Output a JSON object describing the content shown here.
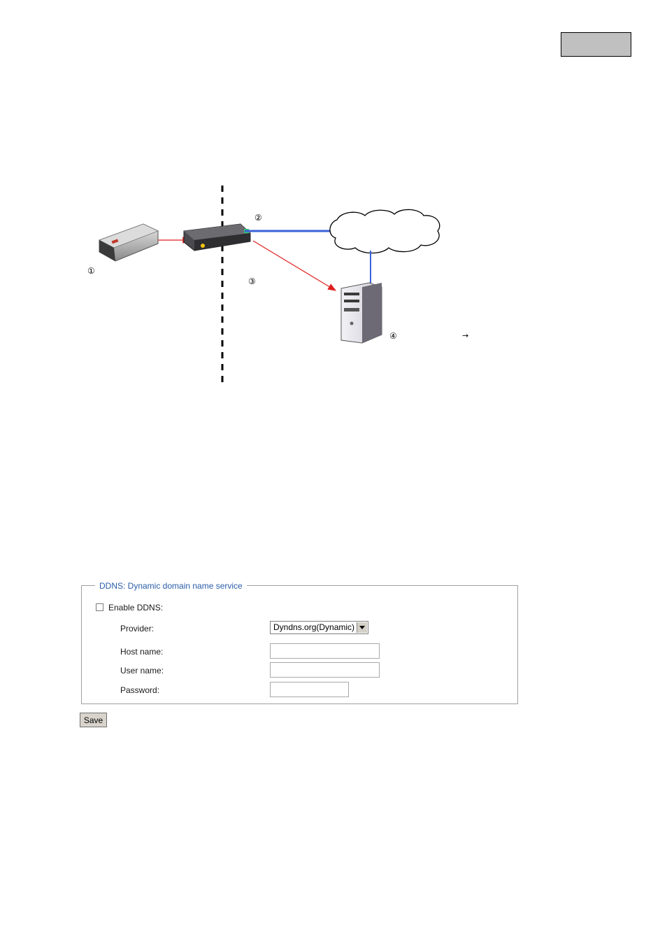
{
  "diagram": {
    "markers": {
      "m1": "①",
      "m2": "②",
      "m3": "③",
      "m4": "④",
      "arrow": "→"
    }
  },
  "ddns": {
    "legend": "DDNS: Dynamic domain name service",
    "enable_label": "Enable DDNS:",
    "enable_checked": false,
    "provider_label": "Provider:",
    "provider_value": "Dyndns.org(Dynamic)",
    "host_label": "Host name:",
    "host_value": "",
    "user_label": "User name:",
    "user_value": "",
    "password_label": "Password:",
    "password_value": "",
    "save_label": "Save"
  },
  "colors": {
    "link": "#3a62d8",
    "arrow": "#e02020",
    "legend": "#2a5da8"
  }
}
